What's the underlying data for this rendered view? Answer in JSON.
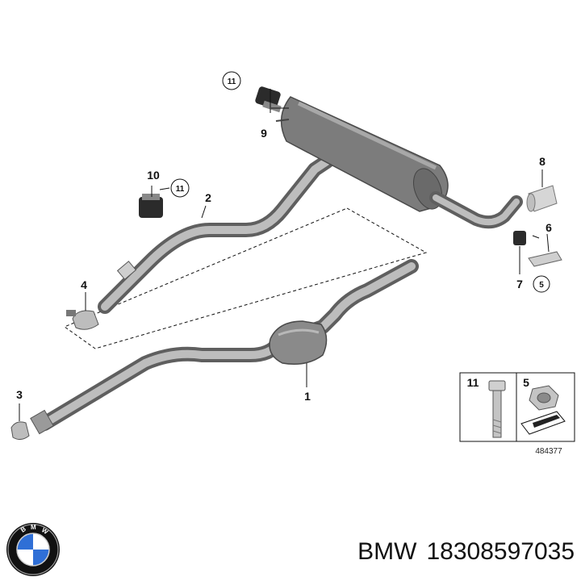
{
  "callouts": {
    "c1": "1",
    "c2": "2",
    "c3": "3",
    "c4": "4",
    "c5": "5",
    "c6": "6",
    "c7": "7",
    "c8": "8",
    "c9": "9",
    "c10": "10",
    "c11a": "11",
    "c11b": "11"
  },
  "legend": {
    "item_bolt": "11",
    "item_nut": "5",
    "reference_code": "484377"
  },
  "footer": {
    "brand": "BMW",
    "part_number": "18308597035"
  },
  "logo": {
    "letters": "BMW",
    "ring_color": "#111111",
    "blue": "#2f6fd6",
    "white": "#ffffff"
  }
}
